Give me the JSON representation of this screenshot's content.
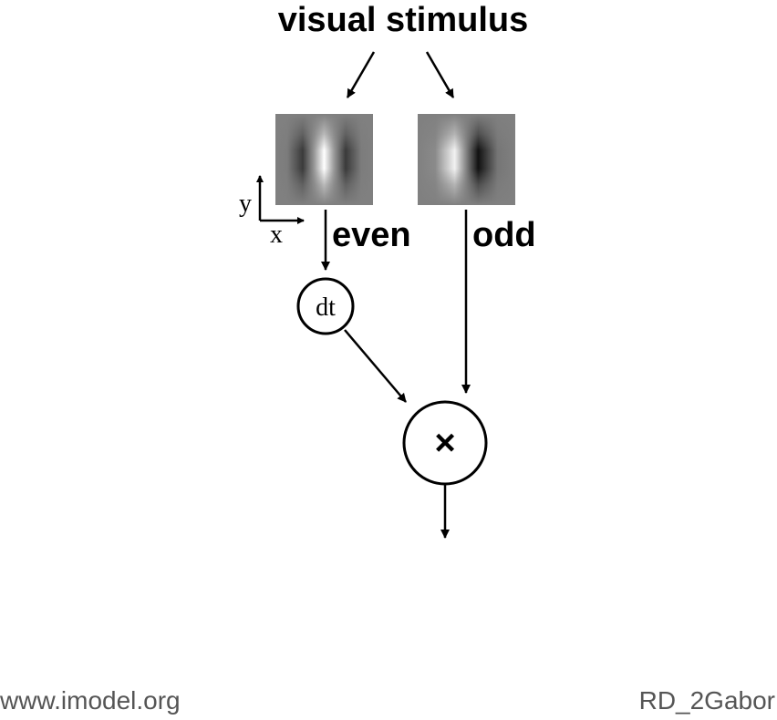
{
  "title": "visual stimulus",
  "filters": {
    "even_label": "even",
    "odd_label": "odd"
  },
  "axes": {
    "x_label": "x",
    "y_label": "y"
  },
  "nodes": {
    "delay_label": "dt",
    "multiply_symbol": "×"
  },
  "footer": {
    "left": "www.imodel.org",
    "right": "RD_2Gabor"
  },
  "colors": {
    "line": "#000000",
    "footer_text": "#555555",
    "filter_background": "#808080"
  }
}
